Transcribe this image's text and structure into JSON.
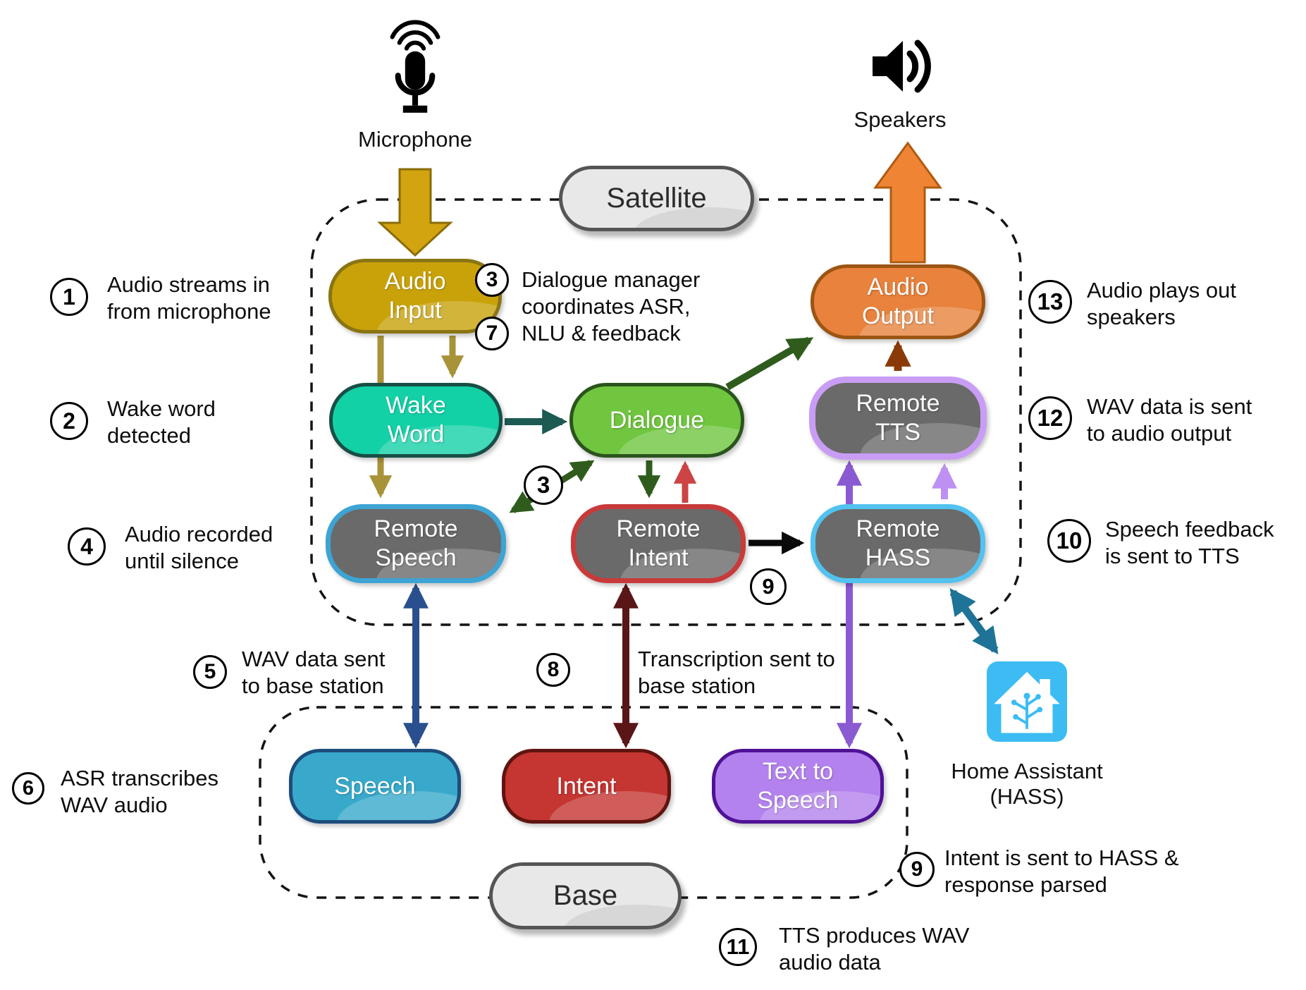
{
  "icons": {
    "microphone_label": "Microphone",
    "speakers_label": "Speakers",
    "home_assistant_label_1": "Home Assistant",
    "home_assistant_label_2": "(HASS)"
  },
  "groups": {
    "satellite_label": "Satellite",
    "base_label": "Base"
  },
  "nodes": {
    "audio_input": "Audio Input",
    "wake_word": "Wake Word",
    "remote_speech": "Remote Speech",
    "dialogue": "Dialogue",
    "remote_intent": "Remote Intent",
    "audio_output": "Audio Output",
    "remote_tts": "Remote TTS",
    "remote_hass": "Remote HASS",
    "speech": "Speech",
    "intent": "Intent",
    "text_to_speech": "Text to Speech"
  },
  "annotations": [
    {
      "num": "1",
      "text": "Audio streams in from microphone"
    },
    {
      "num": "2",
      "text": "Wake word detected"
    },
    {
      "num": "3",
      "num2": "7",
      "text": "Dialogue manager coordinates ASR, NLU & feedback"
    },
    {
      "num": "3",
      "text": ""
    },
    {
      "num": "4",
      "text": "Audio recorded until silence"
    },
    {
      "num": "5",
      "text": "WAV data sent to base station"
    },
    {
      "num": "6",
      "text": "ASR transcribes WAV audio"
    },
    {
      "num": "8",
      "text": "Transcription sent to base station"
    },
    {
      "num": "9",
      "text": ""
    },
    {
      "num": "9",
      "text": "Intent is sent to HASS & response parsed"
    },
    {
      "num": "10",
      "text": "Speech feedback is sent to TTS"
    },
    {
      "num": "11",
      "text": "TTS produces WAV audio data"
    },
    {
      "num": "12",
      "text": "WAV data is sent to audio output"
    },
    {
      "num": "13",
      "text": "Audio plays out speakers"
    }
  ],
  "colors": {
    "gold": "#c9a20a",
    "teal": "#13d1a7",
    "green": "#70c63f",
    "orange": "#e8823c",
    "grey": "#6a6a6a",
    "blue_border": "#3da4d4",
    "red_border": "#c83a3a",
    "purple_border": "#c99df5",
    "cyan_border": "#52c2f0",
    "speech_fill": "#38a9cb",
    "intent_fill": "#c53531",
    "tts_fill": "#b382ee",
    "pill_fill": "#e8e8e8",
    "ha_blue": "#3cbcf2",
    "arrow_gold": "#a89339",
    "arrow_tealdark": "#1d5a52",
    "arrow_green": "#2f5c1d",
    "arrow_red": "#cc4444",
    "arrow_navy": "#2a4f8e",
    "arrow_maroon": "#5a1616",
    "arrow_brown": "#8a3a06",
    "arrow_purple_med": "#8a5ad2",
    "arrow_purple_light": "#bd90f2",
    "arrow_hass_teal": "#1e7396"
  }
}
